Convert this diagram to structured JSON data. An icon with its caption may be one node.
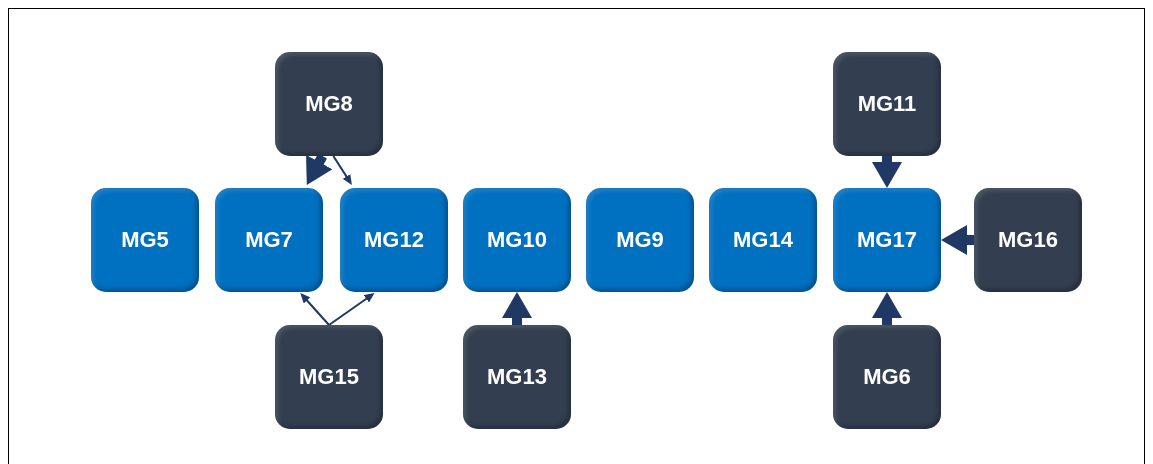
{
  "diagram": {
    "nodes": [
      {
        "text": [
          "MG8"
        ]
      },
      {
        "text": [
          "MG11"
        ]
      },
      {
        "text": [
          "MG5"
        ]
      },
      {
        "text": [
          "MG7"
        ]
      },
      {
        "text": [
          "MG12"
        ]
      },
      {
        "text": [
          "MG10"
        ]
      },
      {
        "text": [
          "MG9"
        ]
      },
      {
        "text": [
          "MG14"
        ]
      },
      {
        "text": [
          "MG17"
        ]
      },
      {
        "text": [
          "MG16"
        ]
      },
      {
        "text": [
          "MG15"
        ]
      },
      {
        "text": [
          "MG13"
        ]
      },
      {
        "text": [
          "MG6"
        ]
      }
    ],
    "edges": [
      {
        "from": 0,
        "to": 3,
        "arrow": "to"
      },
      {
        "from": 0,
        "to": 4,
        "arrow": "to"
      },
      {
        "from": 10,
        "to": 3,
        "arrow": "to"
      },
      {
        "from": 10,
        "to": 4,
        "arrow": "to"
      },
      {
        "from": 11,
        "to": 5,
        "arrow": "to"
      },
      {
        "from": 1,
        "to": 8,
        "arrow": "to"
      },
      {
        "from": 9,
        "to": 8,
        "arrow": "to"
      },
      {
        "from": 12,
        "to": 8,
        "arrow": "to"
      }
    ]
  }
}
